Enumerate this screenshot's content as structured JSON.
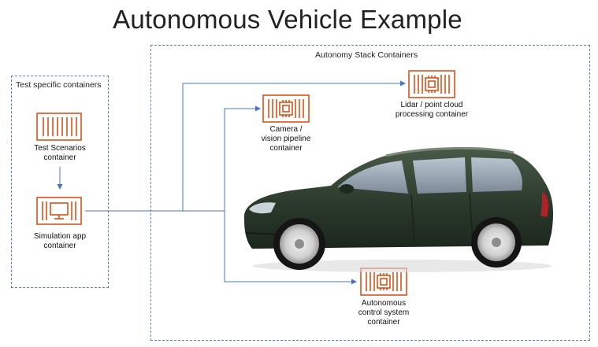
{
  "title": "Autonomous Vehicle Example",
  "groups": {
    "test": {
      "label": "Test specific containers"
    },
    "autonomy": {
      "label": "Autonomy Stack Containers"
    }
  },
  "nodes": {
    "test_scenarios": {
      "label_lines": [
        "Test Scenarios",
        "container"
      ],
      "icon": "container-icon"
    },
    "simulation_app": {
      "label_lines": [
        "Simulation  app",
        "container"
      ],
      "icon": "simulation-container-icon"
    },
    "camera": {
      "label_lines": [
        "Camera /",
        "vision pipeline",
        "container"
      ],
      "icon": "chip-container-icon"
    },
    "lidar": {
      "label_lines": [
        "Lidar / point cloud",
        "processing container"
      ],
      "icon": "chip-container-icon"
    },
    "control": {
      "label_lines": [
        "Autonomous",
        "control system",
        "container"
      ],
      "icon": "chip-container-icon"
    }
  },
  "colors": {
    "icon": "#d8541a",
    "connector": "#4a74c0",
    "group_border": "#5a7fb0",
    "car_body": "#2d3b2e"
  },
  "vehicle": {
    "icon": "car-image"
  }
}
